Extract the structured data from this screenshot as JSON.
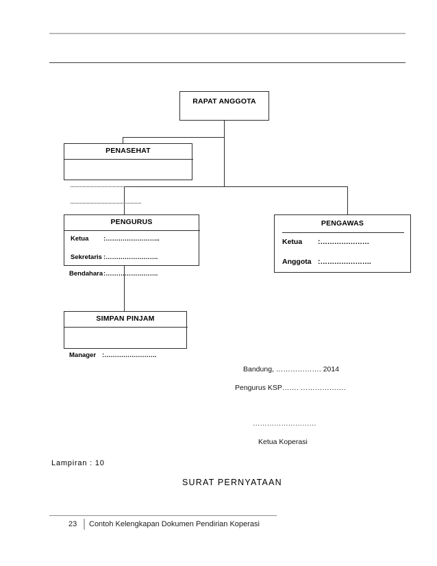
{
  "document": {
    "org_chart": {
      "nodes": {
        "rapat_anggota": {
          "title": "RAPAT ANGGOTA"
        },
        "penasehat": {
          "title": "PENASEHAT"
        },
        "pengurus": {
          "title": "PENGURUS",
          "fields": [
            {
              "label": "Ketua",
              "colon": ":",
              "value": "…………………….."
            },
            {
              "label": "Sekretaris",
              "colon": ":",
              "value": "……………………."
            },
            {
              "label": "Bendahara",
              "colon": ":",
              "value": "……………………."
            }
          ]
        },
        "pengawas": {
          "title": "PENGAWAS",
          "fields": [
            {
              "label": "Ketua",
              "colon": ":",
              "value": "…………………"
            },
            {
              "label": "Anggota",
              "colon": ":",
              "value": "…………………."
            }
          ]
        },
        "simpan_pinjam": {
          "title": "SIMPAN PINJAM",
          "fields": [
            {
              "label": "Manager",
              "colon": ":",
              "value": "……………………."
            }
          ]
        }
      }
    },
    "closing": {
      "place_date": "Bandung,  ………………. 2014",
      "org_line": "Pengurus KSP……. ……………….",
      "signature_dots": "………………………",
      "signer_title": "Ketua Koperasi"
    },
    "attachment_label": "Lampiran : 10",
    "section_heading": "SURAT PERNYATAAN",
    "footer": {
      "page_number": "23",
      "title": "Contoh Kelengkapan Dokumen Pendirian Koperasi"
    }
  }
}
